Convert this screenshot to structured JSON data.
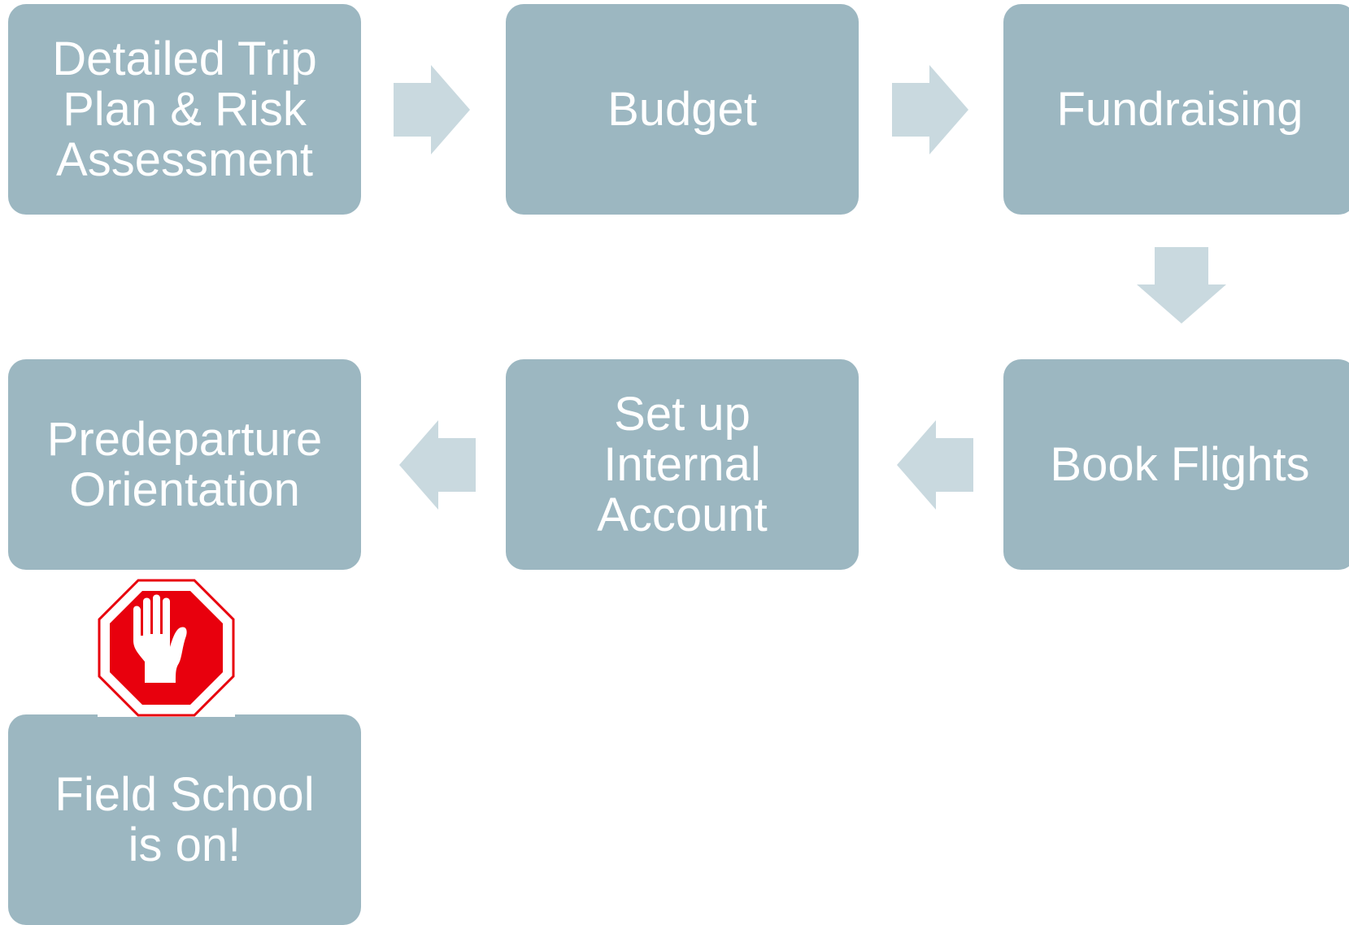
{
  "steps": [
    {
      "id": "step-1",
      "label": "Detailed Trip\nPlan & Risk\nAssessment"
    },
    {
      "id": "step-2",
      "label": "Budget"
    },
    {
      "id": "step-3",
      "label": "Fundraising"
    },
    {
      "id": "step-4",
      "label": "Book Flights"
    },
    {
      "id": "step-5",
      "label": "Set up\nInternal\nAccount"
    },
    {
      "id": "step-6",
      "label": "Predeparture\nOrientation"
    },
    {
      "id": "step-7",
      "label": "Field School\nis on!"
    }
  ],
  "arrows": [
    {
      "from": "step-1",
      "to": "step-2",
      "direction": "right"
    },
    {
      "from": "step-2",
      "to": "step-3",
      "direction": "right"
    },
    {
      "from": "step-3",
      "to": "step-4",
      "direction": "down"
    },
    {
      "from": "step-4",
      "to": "step-5",
      "direction": "left"
    },
    {
      "from": "step-5",
      "to": "step-6",
      "direction": "left"
    }
  ],
  "stop_sign": {
    "icon": "stop-hand-icon"
  },
  "colors": {
    "box": "#9cb7c1",
    "arrow": "#c9d9df",
    "text": "#ffffff",
    "stop_red": "#e8000d"
  }
}
